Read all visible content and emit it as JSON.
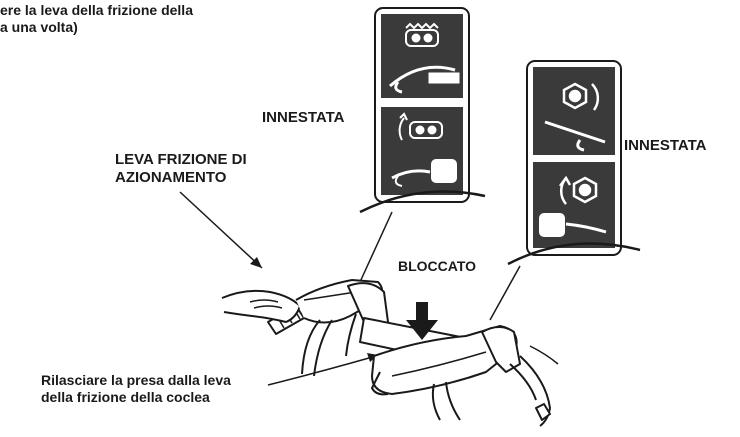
{
  "labels": {
    "top_line_1": "ere la leva della frizione della",
    "top_line_2": "a una volta)",
    "innestata_1": "INNESTATA",
    "innestata_2": "INNESTATA",
    "leva_line_1": "LEVA FRIZIONE DI",
    "leva_line_2": "AZIONAMENTO",
    "bloccato": "BLOCCATO",
    "rilasciare_line_1": "Rilasciare la presa dalla leva",
    "rilasciare_line_2": "della frizione della coclea"
  },
  "colors": {
    "ink": "#1a1a1a",
    "panel_fill": "#3a3a3a",
    "background": "#ffffff"
  }
}
